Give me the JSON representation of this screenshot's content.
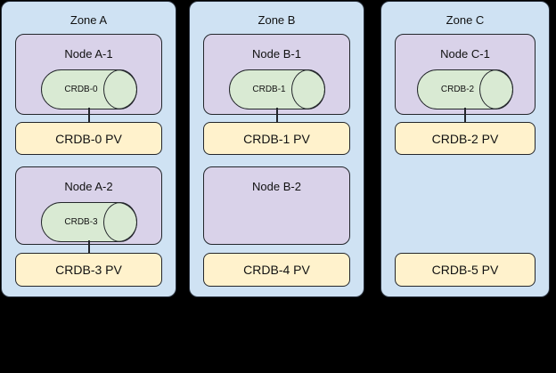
{
  "diagram": {
    "background": "#000000",
    "colors": {
      "zone_fill": "#cfe2f3",
      "node_fill": "#d9d2e9",
      "cylinder_fill": "#d9ead3",
      "pv_fill": "#fff2cc",
      "border": "#23262b"
    }
  },
  "zones": [
    {
      "label": "Zone A",
      "rows": [
        {
          "node": {
            "label": "Node A-1",
            "cylinder": "CRDB-0"
          },
          "pv": "CRDB-0 PV"
        },
        {
          "node": {
            "label": "Node A-2",
            "cylinder": "CRDB-3"
          },
          "pv": "CRDB-3 PV"
        }
      ]
    },
    {
      "label": "Zone B",
      "rows": [
        {
          "node": {
            "label": "Node B-1",
            "cylinder": "CRDB-1"
          },
          "pv": "CRDB-1 PV"
        },
        {
          "node": {
            "label": "Node B-2",
            "cylinder": null
          },
          "pv": "CRDB-4 PV"
        }
      ]
    },
    {
      "label": "Zone C",
      "rows": [
        {
          "node": {
            "label": "Node C-1",
            "cylinder": "CRDB-2"
          },
          "pv": "CRDB-2 PV"
        },
        {
          "node": null,
          "pv": "CRDB-5 PV"
        }
      ]
    }
  ]
}
